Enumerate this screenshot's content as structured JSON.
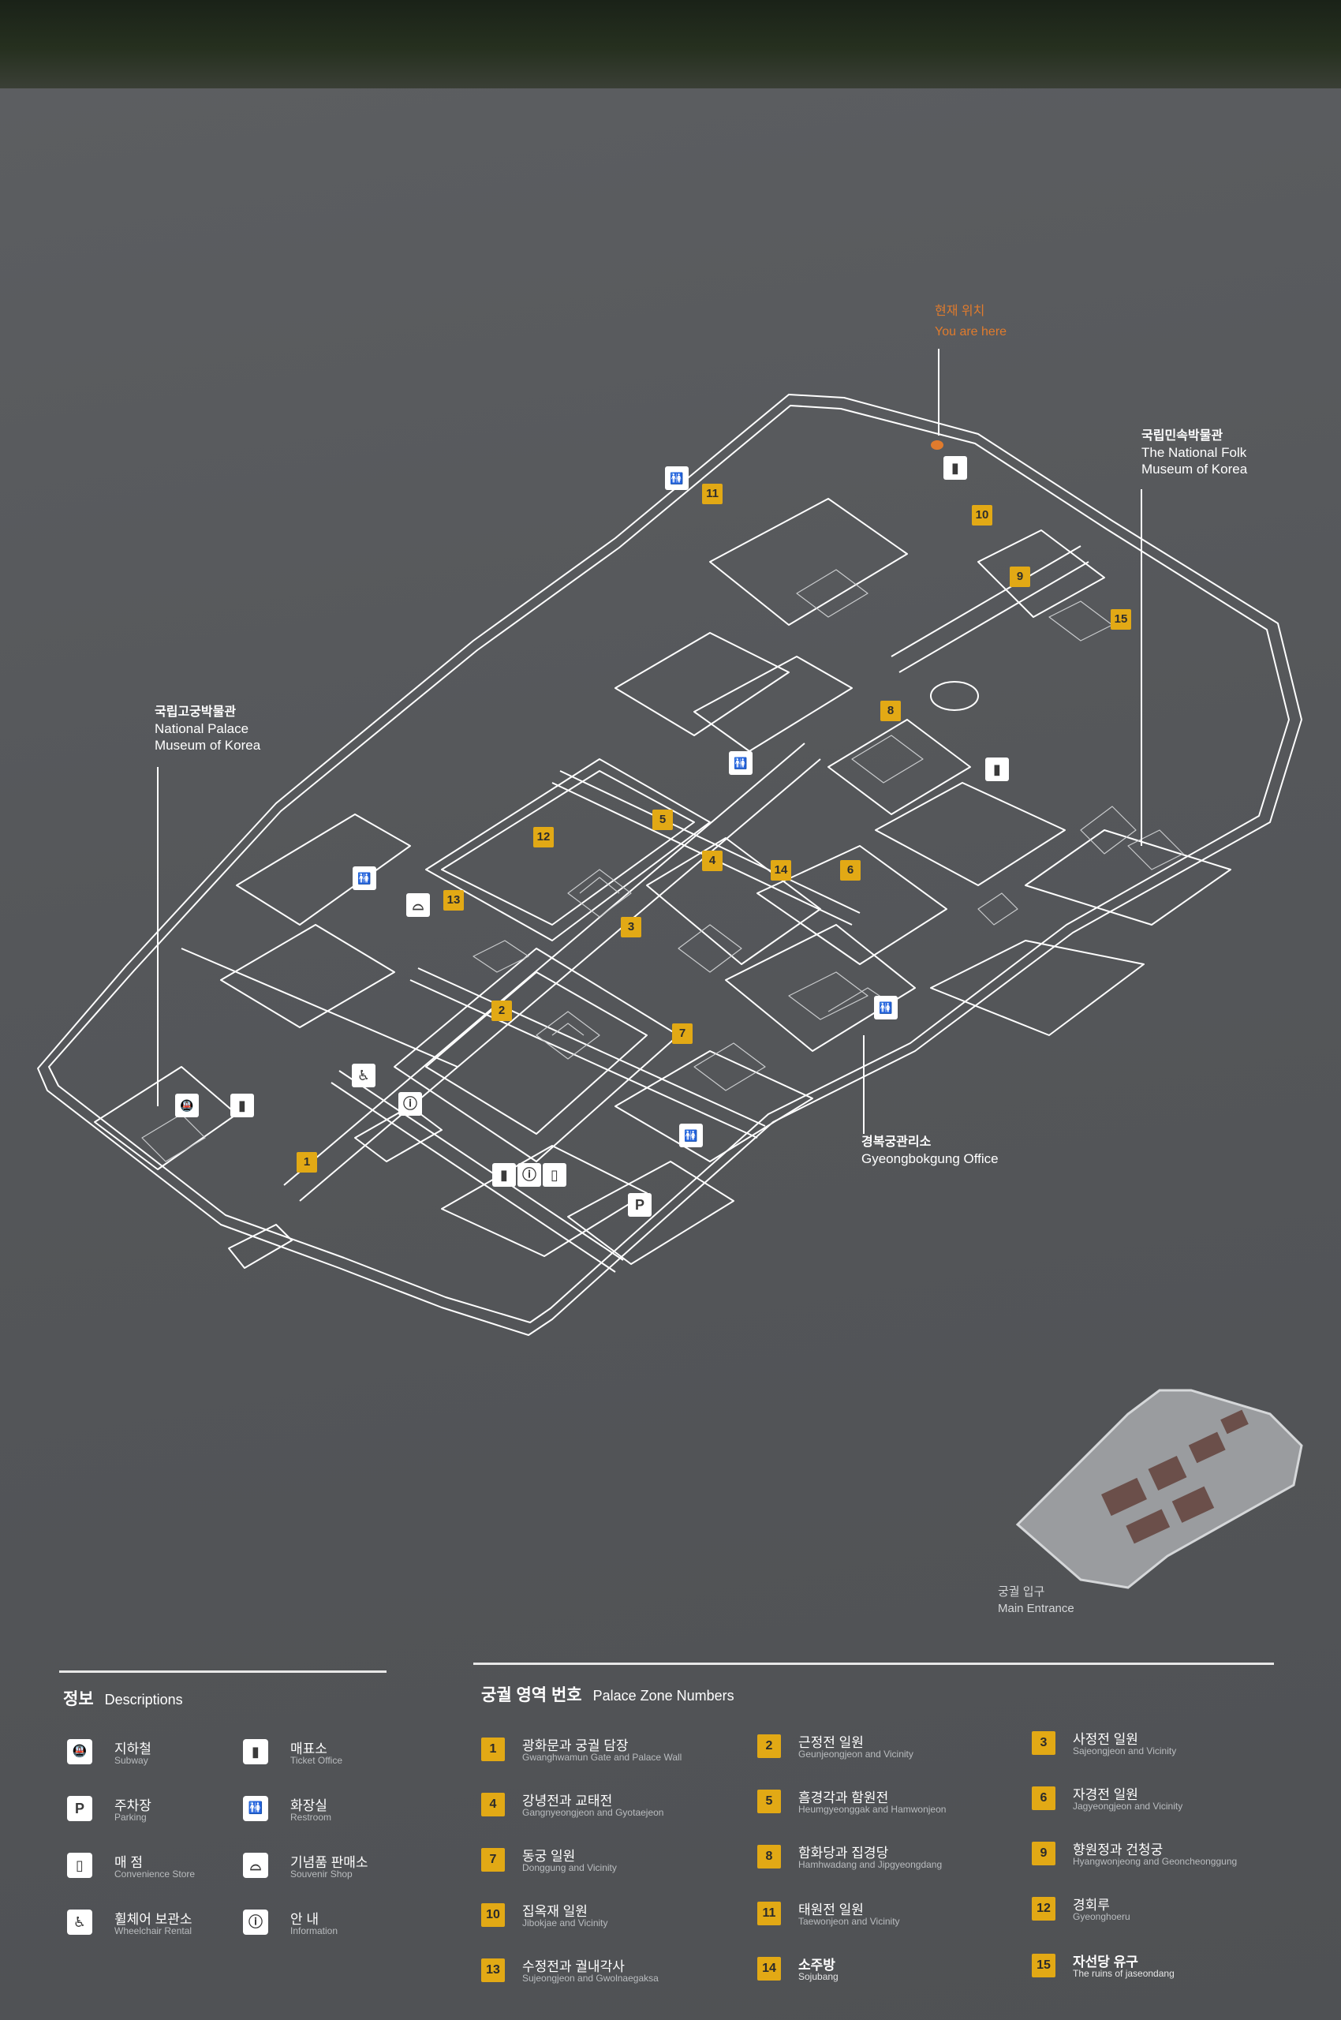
{
  "colors": {
    "board": "#55575a",
    "line": "#ffffff",
    "zone_badge": "#e2a915",
    "here": "#e07b2d"
  },
  "you_are_here": {
    "ko": "현재 위치",
    "en": "You are here"
  },
  "landmarks": {
    "folk_museum": {
      "ko": "국립민속박물관",
      "en1": "The National Folk",
      "en2": "Museum of Korea"
    },
    "palace_museum": {
      "ko": "국립고궁박물관",
      "en1": "National Palace",
      "en2": "Museum of Korea"
    },
    "office": {
      "ko": "경복궁관리소",
      "en": "Gyeongbokgung Office"
    }
  },
  "map_badges": [
    "1",
    "2",
    "3",
    "4",
    "5",
    "6",
    "7",
    "8",
    "9",
    "10",
    "11",
    "12",
    "13",
    "14",
    "15"
  ],
  "map_symbols": {
    "restroom": "🚻",
    "ticket": "▮",
    "subway": "🚇",
    "parking": "P",
    "info": "ⓘ",
    "store": "▯",
    "wheelchair": "♿",
    "souvenir": "⌓"
  },
  "inset": {
    "ko": "궁궐 입구",
    "en": "Main Entrance"
  },
  "descriptions": {
    "title_ko": "정보",
    "title_en": "Descriptions",
    "items": [
      {
        "icon": "subway-icon",
        "glyph": "🚇",
        "ko": "지하철",
        "en": "Subway"
      },
      {
        "icon": "ticket-office-icon",
        "glyph": "▮",
        "ko": "매표소",
        "en": "Ticket Office"
      },
      {
        "icon": "parking-icon",
        "glyph": "P",
        "ko": "주차장",
        "en": "Parking"
      },
      {
        "icon": "restroom-icon",
        "glyph": "🚻",
        "ko": "화장실",
        "en": "Restroom"
      },
      {
        "icon": "convenience-store-icon",
        "glyph": "▯",
        "ko": "매 점",
        "en": "Convenience Store"
      },
      {
        "icon": "souvenir-shop-icon",
        "glyph": "⌓",
        "ko": "기념품 판매소",
        "en": "Souvenir Shop"
      },
      {
        "icon": "wheelchair-icon",
        "glyph": "♿",
        "ko": "휠체어 보관소",
        "en": "Wheelchair Rental"
      },
      {
        "icon": "information-icon",
        "glyph": "ⓘ",
        "ko": "안 내",
        "en": "Information"
      }
    ]
  },
  "zones": {
    "title_ko": "궁궐 영역 번호",
    "title_en": "Palace Zone Numbers",
    "items": [
      {
        "num": "1",
        "ko": "광화문과 궁궐 담장",
        "en": "Gwanghwamun Gate and Palace Wall"
      },
      {
        "num": "2",
        "ko": "근정전 일원",
        "en": "Geunjeongjeon and Vicinity"
      },
      {
        "num": "3",
        "ko": "사정전 일원",
        "en": "Sajeongjeon and Vicinity"
      },
      {
        "num": "4",
        "ko": "강녕전과 교태전",
        "en": "Gangnyeongjeon and Gyotaejeon"
      },
      {
        "num": "5",
        "ko": "흠경각과 함원전",
        "en": "Heumgyeonggak and Hamwonjeon"
      },
      {
        "num": "6",
        "ko": "자경전 일원",
        "en": "Jagyeongjeon and Vicinity"
      },
      {
        "num": "7",
        "ko": "동궁 일원",
        "en": "Donggung and Vicinity"
      },
      {
        "num": "8",
        "ko": "함화당과 집경당",
        "en": "Hamhwadang and Jipgyeongdang"
      },
      {
        "num": "9",
        "ko": "향원정과 건청궁",
        "en": "Hyangwonjeong and Geoncheonggung"
      },
      {
        "num": "10",
        "ko": "집옥재 일원",
        "en": "Jibokjae and Vicinity"
      },
      {
        "num": "11",
        "ko": "태원전 일원",
        "en": "Taewonjeon and Vicinity"
      },
      {
        "num": "12",
        "ko": "경회루",
        "en": "Gyeonghoeru"
      },
      {
        "num": "13",
        "ko": "수정전과 궐내각사",
        "en": "Sujeongjeon and Gwolnaegaksa"
      },
      {
        "num": "14",
        "ko": "소주방",
        "en": "Sojubang"
      },
      {
        "num": "15",
        "ko": "자선당 유구",
        "en": "The ruins of jaseondang"
      }
    ]
  }
}
